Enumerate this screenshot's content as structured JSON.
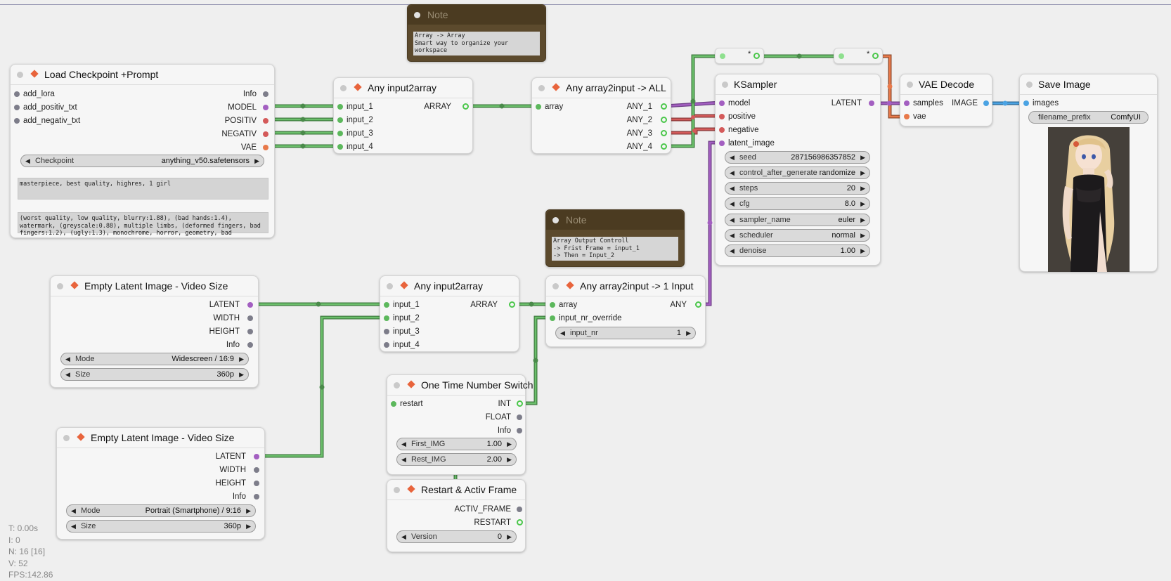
{
  "workspace": {
    "stats": {
      "t": "T: 0.00s",
      "i": "I: 0",
      "n": "N: 16 [16]",
      "v": "V: 52",
      "fps": "FPS:142.86"
    }
  },
  "nodes": {
    "note_top": {
      "title": "Note",
      "text": "Array -> Array\nSmart way to organize your\nworkspace"
    },
    "note_mid": {
      "title": "Note",
      "text": "Array Output Controll\n-> Frist Frame = input_1\n-> Then = Input_2"
    },
    "load_checkpoint": {
      "title": "Load Checkpoint +Prompt",
      "inputs": [
        "add_lora",
        "add_positiv_txt",
        "add_negativ_txt"
      ],
      "outputs": [
        "Info",
        "MODEL",
        "POSITIV",
        "NEGATIV",
        "VAE"
      ],
      "checkpoint_label": "Checkpoint",
      "checkpoint_value": "anything_v50.safetensors",
      "positive_prompt": "masterpiece, best quality, highres, 1 girl",
      "negative_prompt": "(worst quality, low quality, blurry:1.88), (bad hands:1.4), watermark, (greyscale:0.88), multiple limbs, (deformed fingers, bad fingers:1.2), (ugly:1.3), monochrome, horror, geometry, bad"
    },
    "any_input2array_1": {
      "title": "Any input2array",
      "inputs": [
        "input_1",
        "input_2",
        "input_3",
        "input_4"
      ],
      "output": "ARRAY"
    },
    "any_array2input_all": {
      "title": "Any array2input -> ALL",
      "input": "array",
      "outputs": [
        "ANY_1",
        "ANY_2",
        "ANY_3",
        "ANY_4"
      ]
    },
    "reroute_1": {
      "label": "*"
    },
    "reroute_2": {
      "label": "*"
    },
    "ksampler": {
      "title": "KSampler",
      "inputs": [
        "model",
        "positive",
        "negative",
        "latent_image"
      ],
      "output": "LATENT",
      "widgets": [
        {
          "label": "seed",
          "value": "287156986357852"
        },
        {
          "label": "control_after_generate",
          "value": "randomize"
        },
        {
          "label": "steps",
          "value": "20"
        },
        {
          "label": "cfg",
          "value": "8.0"
        },
        {
          "label": "sampler_name",
          "value": "euler"
        },
        {
          "label": "scheduler",
          "value": "normal"
        },
        {
          "label": "denoise",
          "value": "1.00"
        }
      ]
    },
    "vae_decode": {
      "title": "VAE Decode",
      "inputs": [
        "samples",
        "vae"
      ],
      "output": "IMAGE"
    },
    "save_image": {
      "title": "Save Image",
      "input": "images",
      "prefix_label": "filename_prefix",
      "prefix_value": "ComfyUI"
    },
    "empty_latent_1": {
      "title": "Empty Latent Image - Video Size",
      "outputs": [
        "LATENT",
        "WIDTH",
        "HEIGHT",
        "Info"
      ],
      "mode_label": "Mode",
      "mode_value": "Widescreen / 16:9",
      "size_label": "Size",
      "size_value": "360p"
    },
    "any_input2array_2": {
      "title": "Any input2array",
      "inputs": [
        "input_1",
        "input_2",
        "input_3",
        "input_4"
      ],
      "output": "ARRAY"
    },
    "any_array2input_1": {
      "title": "Any array2input -> 1 Input",
      "inputs": [
        "array",
        "input_nr_override"
      ],
      "output": "ANY",
      "widget_label": "input_nr",
      "widget_value": "1"
    },
    "one_time_switch": {
      "title": "One Time Number Switch",
      "input": "restart",
      "outputs": [
        "INT",
        "FLOAT",
        "Info"
      ],
      "first_label": "First_IMG",
      "first_value": "1.00",
      "rest_label": "Rest_IMG",
      "rest_value": "2.00"
    },
    "empty_latent_2": {
      "title": "Empty Latent Image - Video Size",
      "outputs": [
        "LATENT",
        "WIDTH",
        "HEIGHT",
        "Info"
      ],
      "mode_label": "Mode",
      "mode_value": "Portrait (Smartphone) / 9:16",
      "size_label": "Size",
      "size_value": "360p"
    },
    "restart_frame": {
      "title": "Restart & Activ Frame",
      "outputs": [
        "ACTIV_FRAME",
        "RESTART"
      ],
      "version_label": "Version",
      "version_value": "0"
    }
  },
  "colors": {
    "green": "#5cb85c",
    "purple": "#a35fc1",
    "red": "#d45a5a",
    "orange": "#e8794a",
    "blue": "#4ba3e3",
    "grey": "#7d7d8a",
    "title_diamond": "#e8643c"
  }
}
